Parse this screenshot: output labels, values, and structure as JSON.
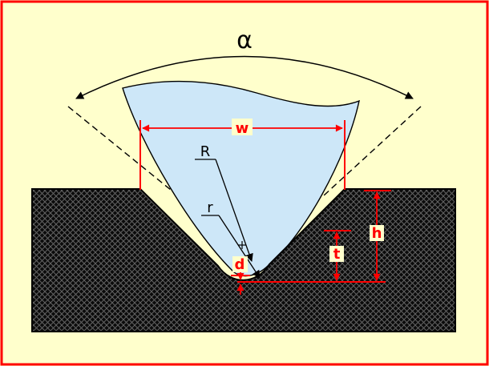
{
  "diagram": {
    "name": "groove-stylus-measurement-diagram",
    "labels": {
      "alpha": "α",
      "width": "w",
      "radius_large": "R",
      "radius_small": "r",
      "gap_d": "d",
      "depth_t": "t",
      "depth_h": "h"
    },
    "colors": {
      "background": "#FFFFCC",
      "border": "#FF0000",
      "dimension": "#FF0000",
      "stylus_fill": "#CDE7F8",
      "outline": "#000000",
      "material": "#0B0B0B",
      "hatch": "#636363",
      "label_box": "#FFFFCC"
    }
  }
}
